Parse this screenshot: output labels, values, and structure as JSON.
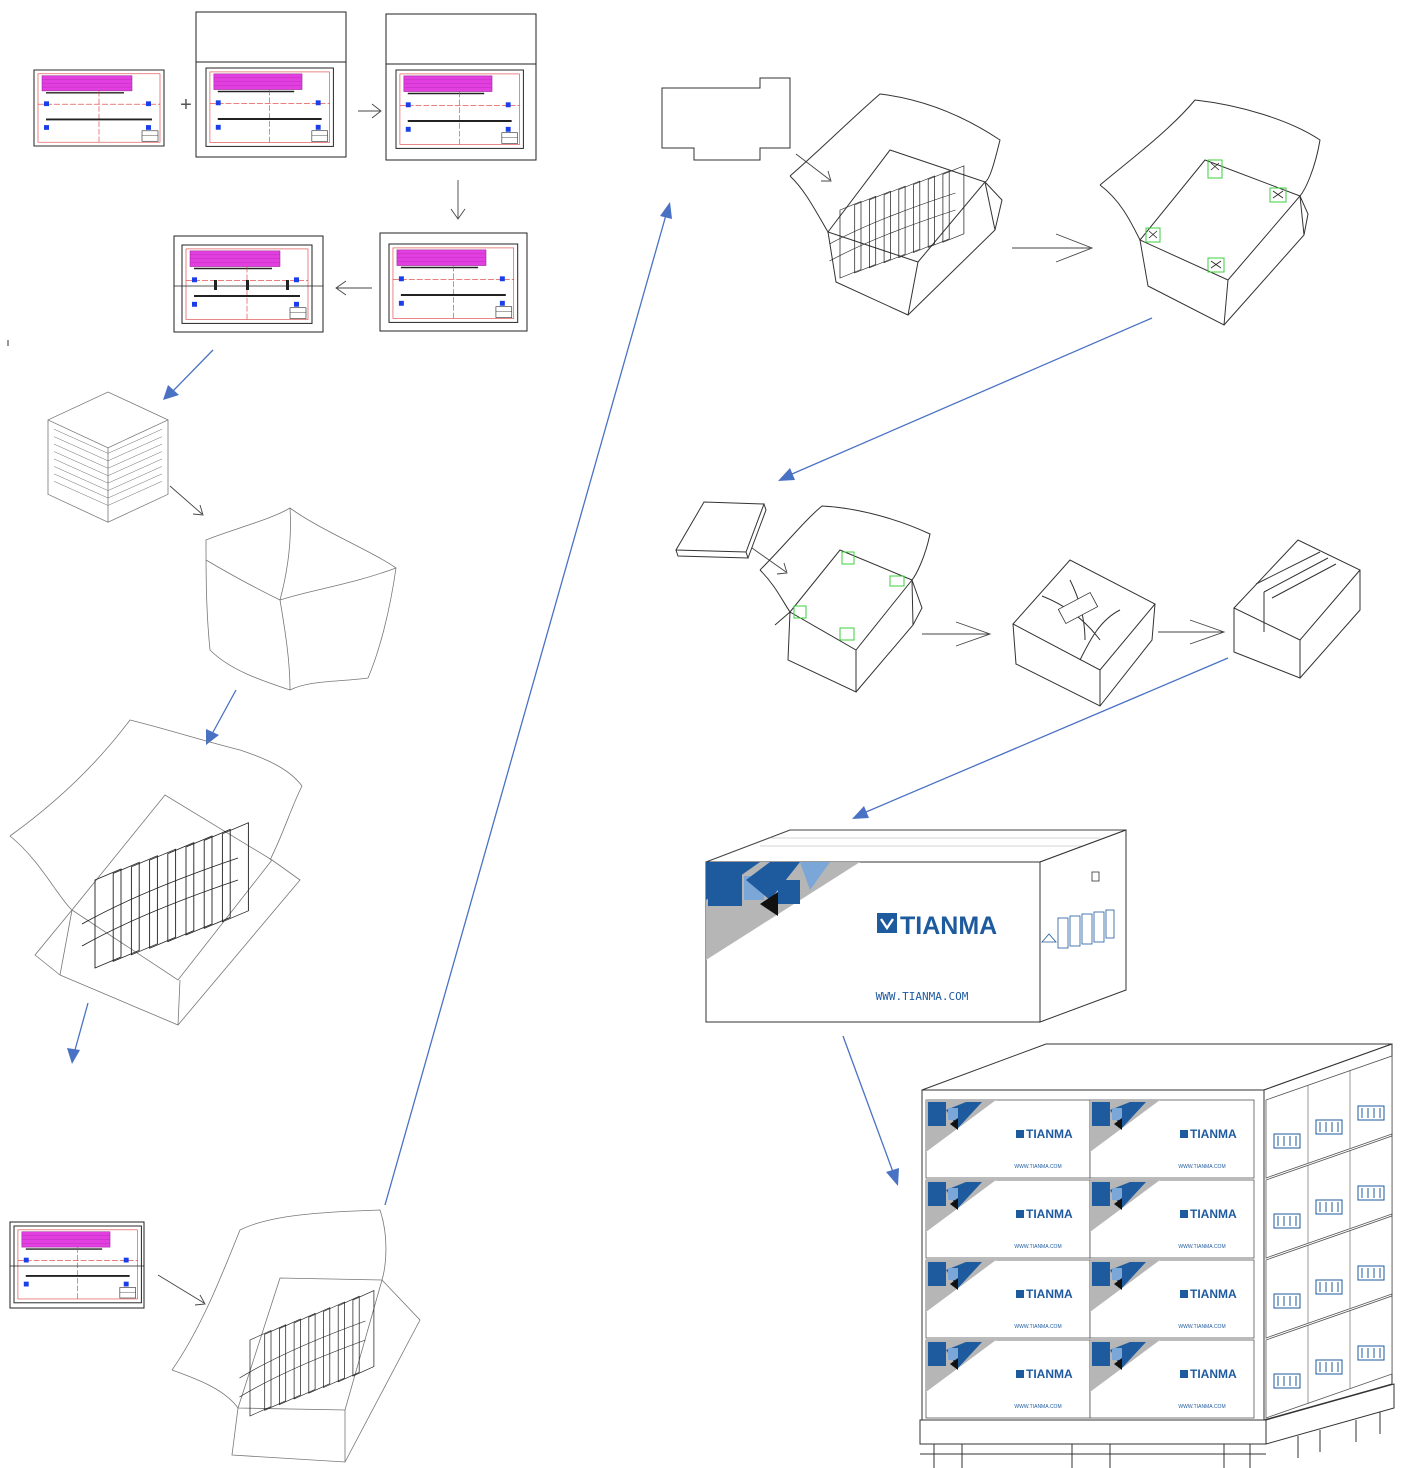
{
  "brand": {
    "name": "TIANMA",
    "website": "WWW.TIANMA.COM",
    "website_small": "WWW.TIANMA.COM",
    "color": "#1e5a9e",
    "color_light": "#7aa6d8",
    "magenta": "#e23ee0",
    "accent_blue": "#1a3ee8",
    "tray_green": "#3ccf3c",
    "arrow_blue": "#4a72c4"
  },
  "pallet": {
    "rows": 4,
    "cols": 2
  }
}
